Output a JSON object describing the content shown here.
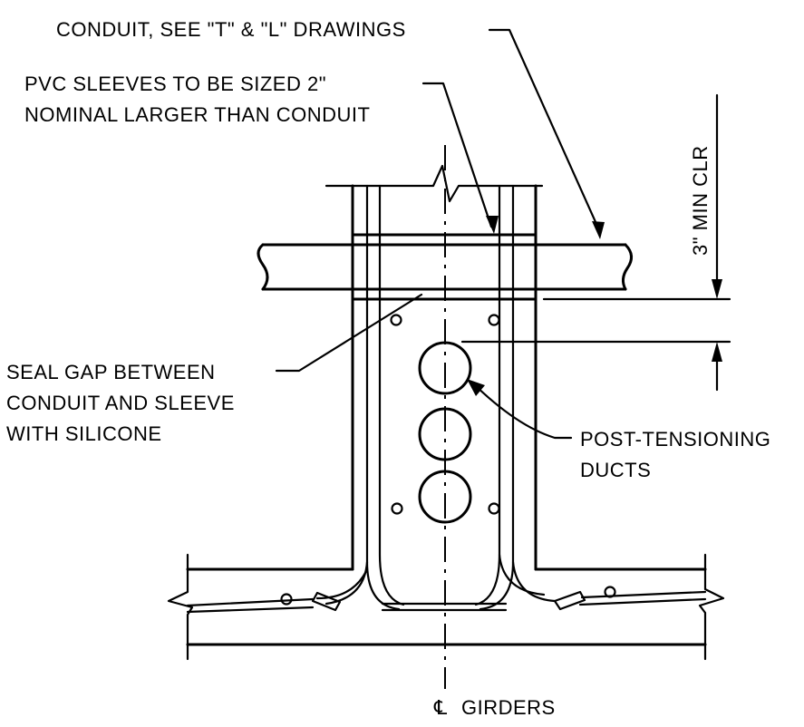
{
  "labels": {
    "conduit": "CONDUIT, SEE \"T\" & \"L\" DRAWINGS",
    "pvc_line1": "PVC SLEEVES TO BE SIZED 2\"",
    "pvc_line2": "NOMINAL LARGER THAN CONDUIT",
    "clearance": "3\" MIN CLR",
    "seal_line1": "SEAL GAP BETWEEN",
    "seal_line2": "CONDUIT AND SLEEVE",
    "seal_line3": "WITH SILICONE",
    "ducts_line1": "POST-TENSIONING",
    "ducts_line2": "DUCTS",
    "centerline_symbol": "℄",
    "girders": "GIRDERS"
  }
}
